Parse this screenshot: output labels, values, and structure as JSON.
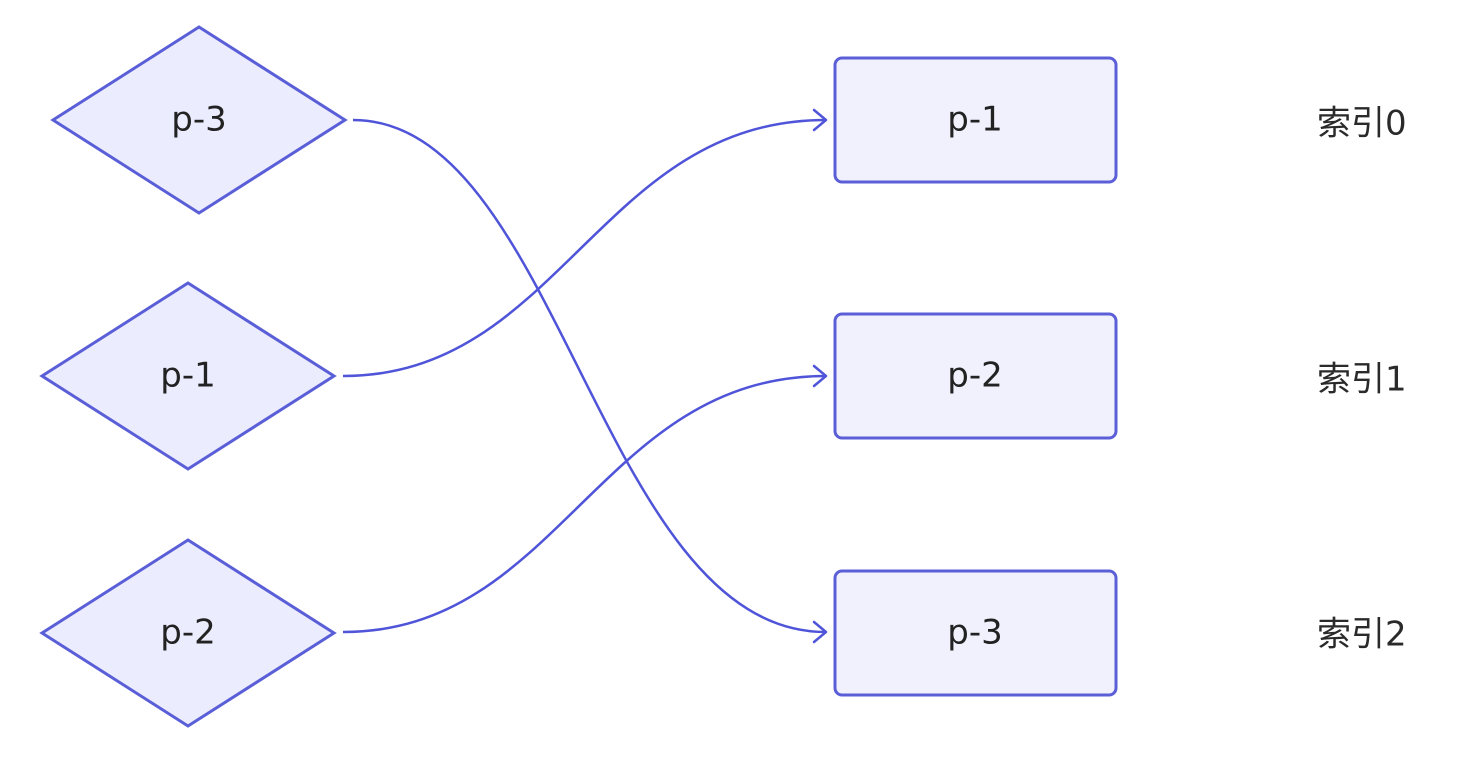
{
  "left_nodes": [
    {
      "id": "L0",
      "label": "p-3"
    },
    {
      "id": "L1",
      "label": "p-1"
    },
    {
      "id": "L2",
      "label": "p-2"
    }
  ],
  "right_nodes": [
    {
      "id": "R0",
      "label": "p-1"
    },
    {
      "id": "R1",
      "label": "p-2"
    },
    {
      "id": "R2",
      "label": "p-3"
    }
  ],
  "index_labels": [
    "索引0",
    "索引1",
    "索引2"
  ],
  "edges": [
    {
      "from": "L0",
      "to": "R2"
    },
    {
      "from": "L1",
      "to": "R0"
    },
    {
      "from": "L2",
      "to": "R1"
    }
  ],
  "colors": {
    "diamond_fill": "#ececff",
    "rect_fill": "#f1f1fd",
    "stroke": "#5a5fd8",
    "edge": "#4f54d8"
  }
}
